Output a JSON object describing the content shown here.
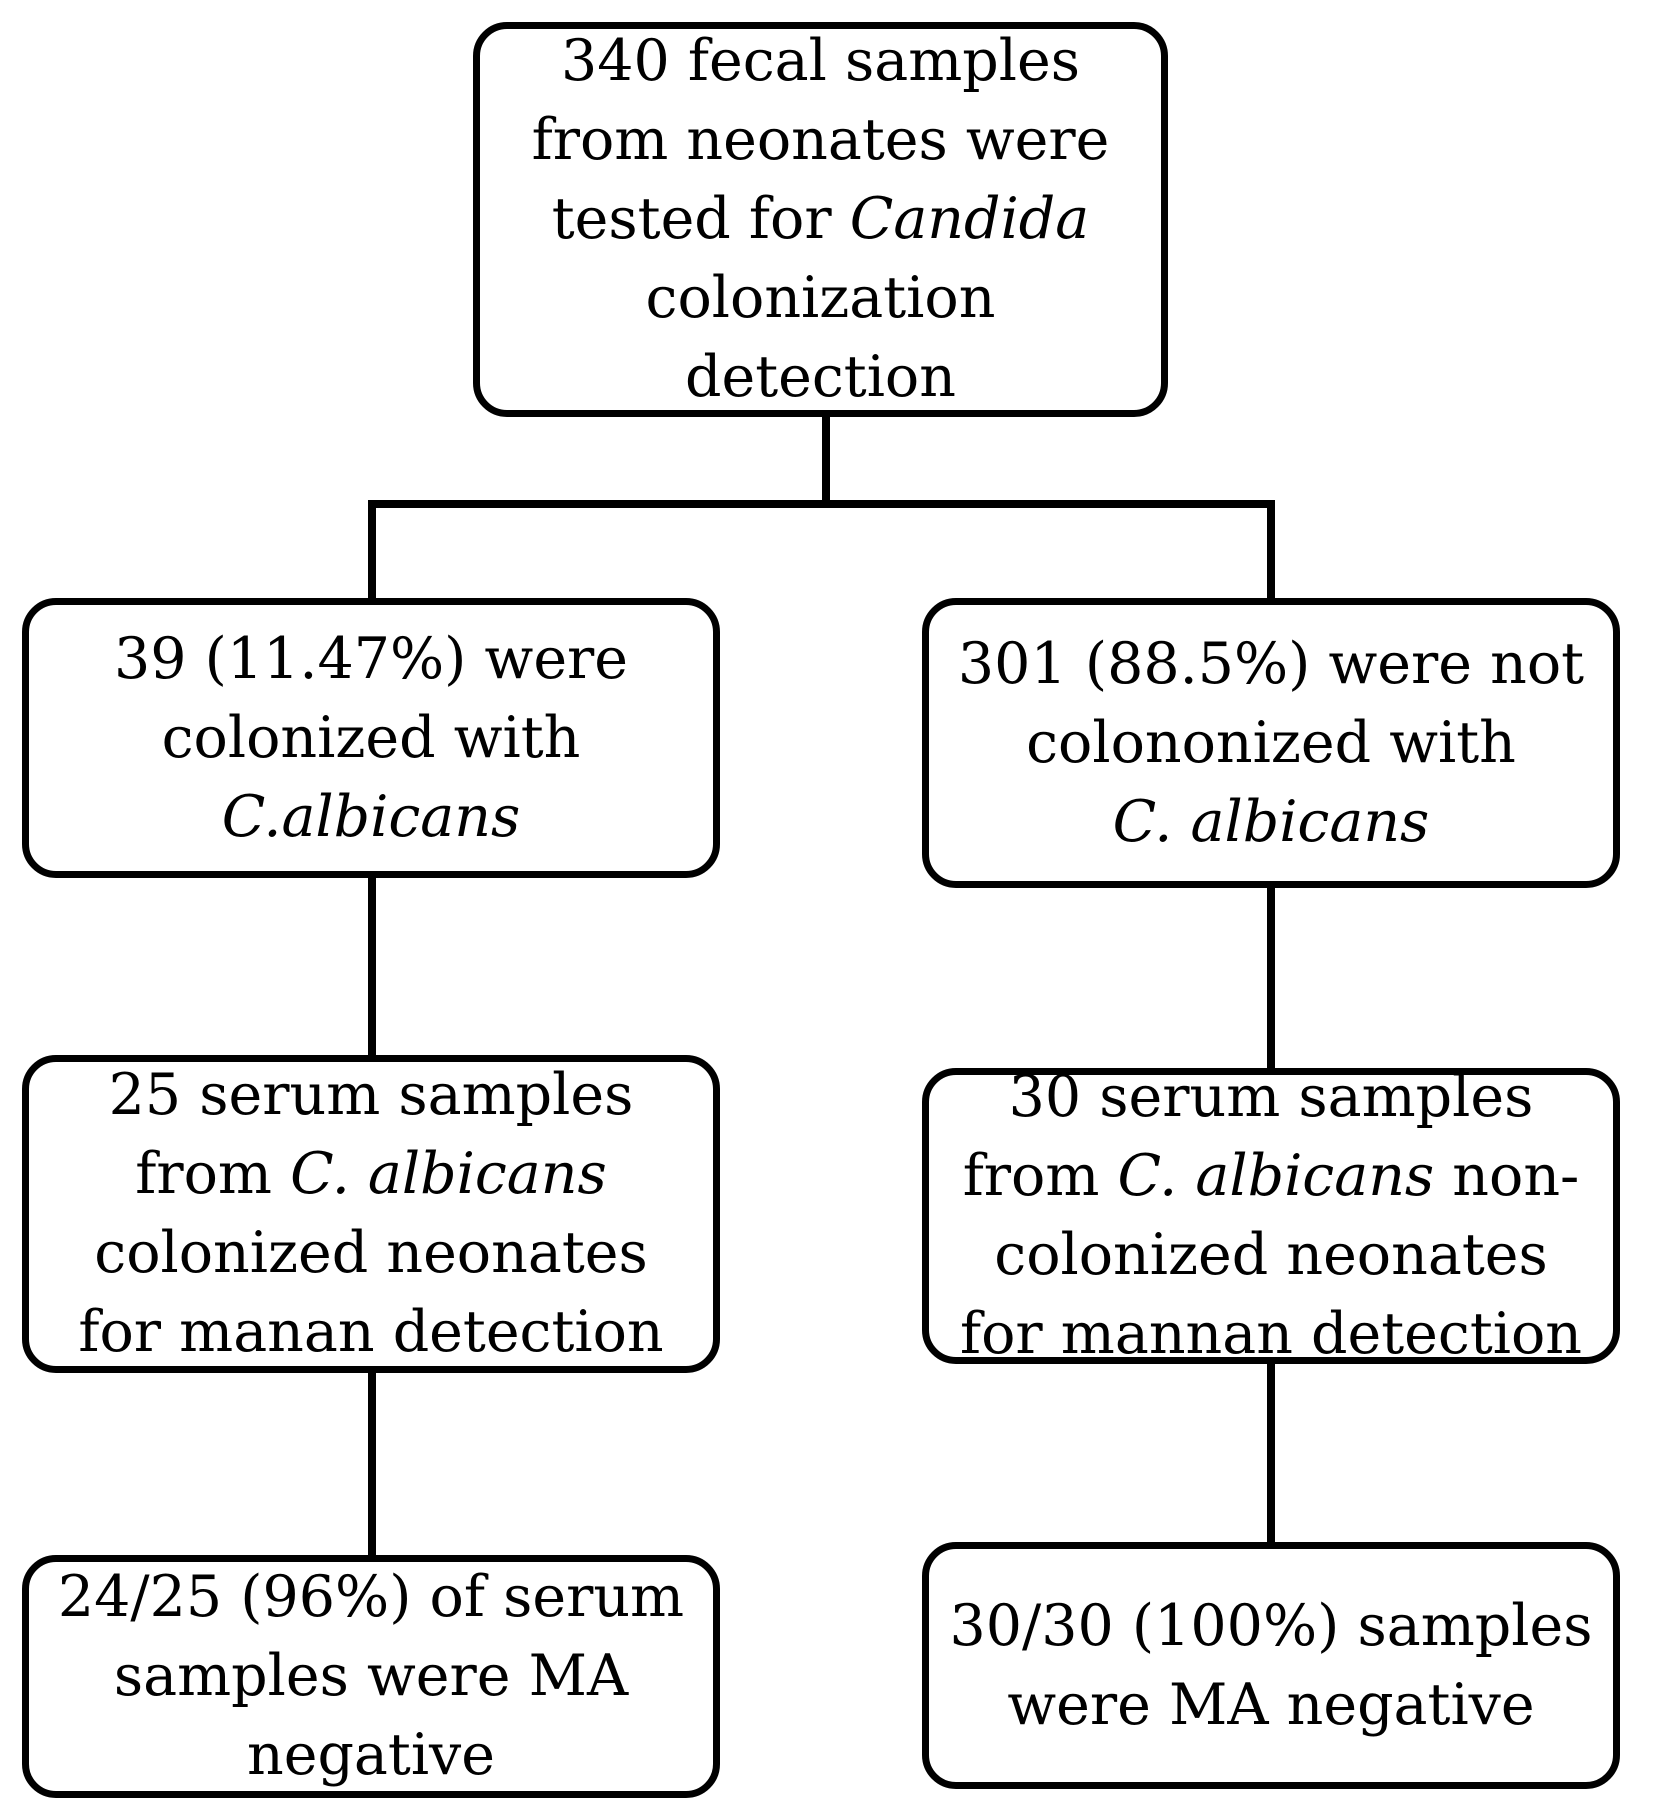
{
  "flowchart": {
    "root": {
      "lines": [
        "340 fecal samples",
        "from neonates were",
        {
          "text": "tested for ",
          "italic": "Candida"
        },
        "colonization",
        "detection"
      ]
    },
    "left": {
      "colonized": {
        "lines": [
          "39 (11.47%) were",
          "colonized with",
          {
            "text": "",
            "italic": "C.albicans"
          }
        ]
      },
      "serum": {
        "lines": [
          "25 serum samples",
          {
            "text": "from ",
            "italic": "C. albicans"
          },
          "colonized neonates",
          "for manan detection"
        ]
      },
      "result": {
        "lines": [
          "24/25 (96%) of serum",
          "samples were MA",
          "negative"
        ]
      }
    },
    "right": {
      "not_colonized": {
        "lines": [
          "301 (88.5%) were not",
          "colononized with",
          {
            "text": "",
            "italic": "C. albicans"
          }
        ]
      },
      "serum": {
        "lines": [
          "30 serum samples",
          {
            "text": "from ",
            "italic": "C. albicans",
            "after": " non-"
          },
          "colonized neonates",
          "for mannan detection"
        ]
      },
      "result": {
        "lines": [
          "30/30 (100%) samples",
          "were MA negative"
        ]
      }
    }
  }
}
